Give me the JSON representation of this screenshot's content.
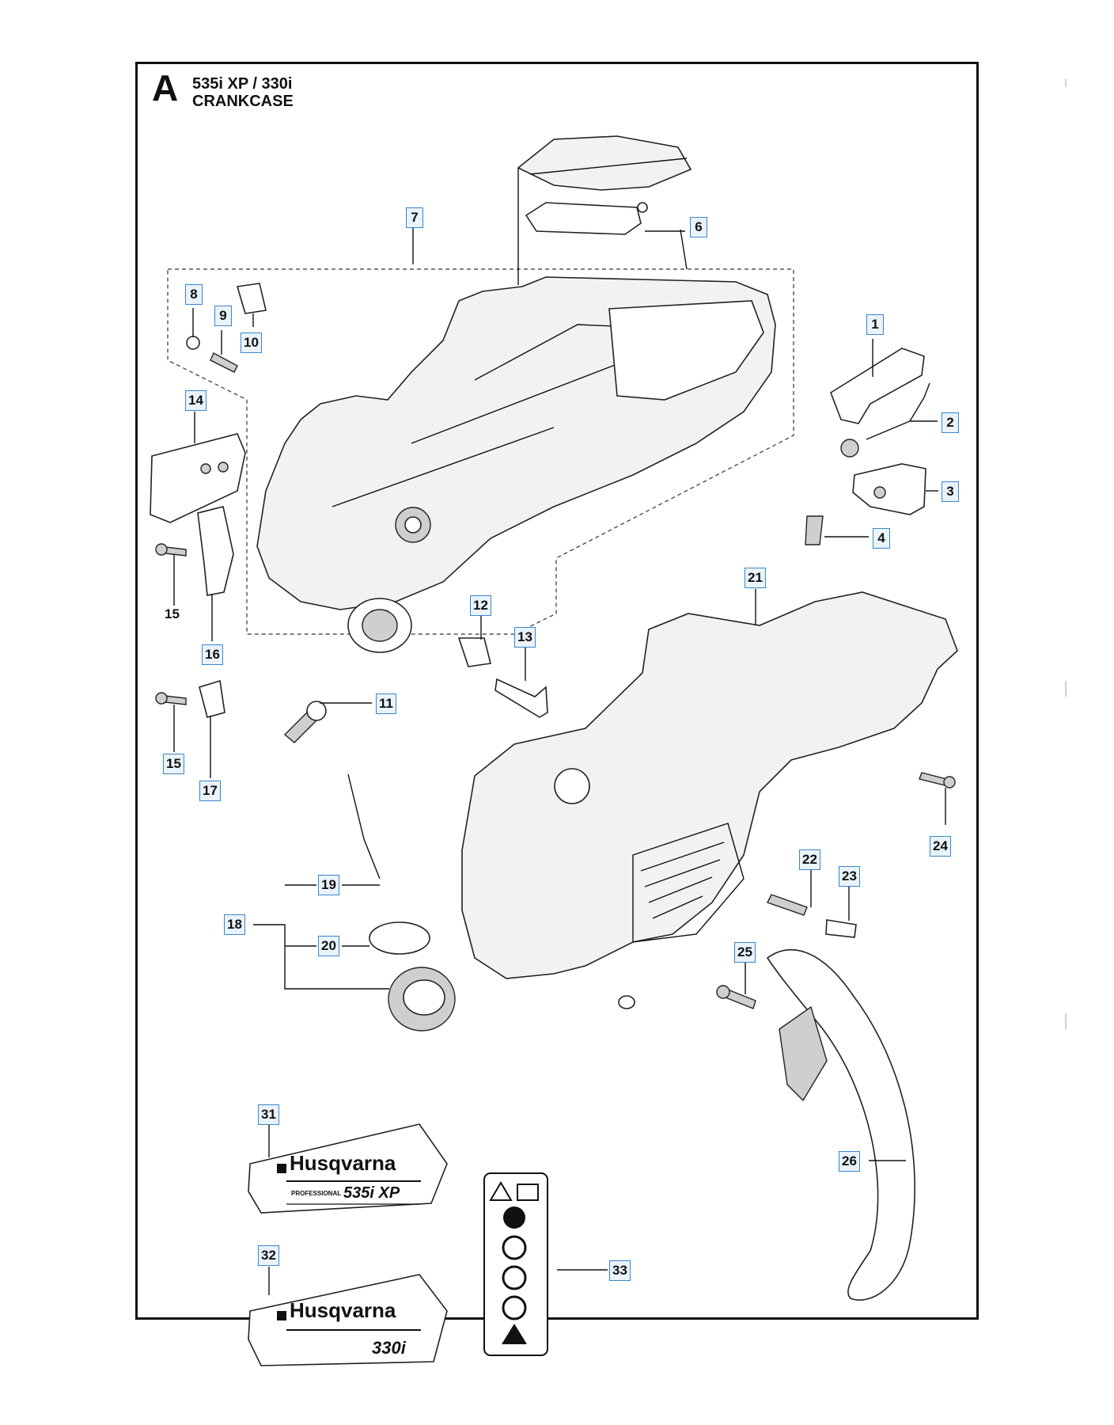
{
  "header": {
    "letter": "A",
    "model": "535i XP / 330i",
    "section": "CRANKCASE"
  },
  "callouts": [
    {
      "id": "1",
      "boxed": true
    },
    {
      "id": "2",
      "boxed": true
    },
    {
      "id": "3",
      "boxed": true
    },
    {
      "id": "4",
      "boxed": true
    },
    {
      "id": "6",
      "boxed": true
    },
    {
      "id": "7",
      "boxed": true
    },
    {
      "id": "8",
      "boxed": true
    },
    {
      "id": "9",
      "boxed": true
    },
    {
      "id": "10",
      "boxed": true
    },
    {
      "id": "11",
      "boxed": true
    },
    {
      "id": "12",
      "boxed": true
    },
    {
      "id": "13",
      "boxed": true
    },
    {
      "id": "14",
      "boxed": true
    },
    {
      "id": "15",
      "boxed": false
    },
    {
      "id": "15",
      "boxed": true
    },
    {
      "id": "16",
      "boxed": true
    },
    {
      "id": "17",
      "boxed": true
    },
    {
      "id": "18",
      "boxed": true
    },
    {
      "id": "19",
      "boxed": true
    },
    {
      "id": "20",
      "boxed": true
    },
    {
      "id": "21",
      "boxed": true
    },
    {
      "id": "22",
      "boxed": true
    },
    {
      "id": "23",
      "boxed": true
    },
    {
      "id": "24",
      "boxed": true
    },
    {
      "id": "25",
      "boxed": true
    },
    {
      "id": "26",
      "boxed": true
    },
    {
      "id": "31",
      "boxed": true
    },
    {
      "id": "32",
      "boxed": true
    },
    {
      "id": "33",
      "boxed": true
    }
  ],
  "decals": {
    "decal_31": {
      "brand": "Husqvarna",
      "grade": "PROFESSIONAL",
      "model": "535i XP"
    },
    "decal_32": {
      "brand": "Husqvarna",
      "model": "330i"
    }
  },
  "warning_label_icons": [
    "warning-triangle-icon",
    "manual-book-icon",
    "hearing-protection-icon",
    "kickback-warning-icon",
    "no-one-hand-icon",
    "no-smoking-icon",
    "fire-hazard-icon"
  ],
  "colors": {
    "frame": "#111111",
    "callout_fill": "#e9f3fb",
    "callout_border": "#3a86c8",
    "part_fill": "#f2f2f2"
  }
}
